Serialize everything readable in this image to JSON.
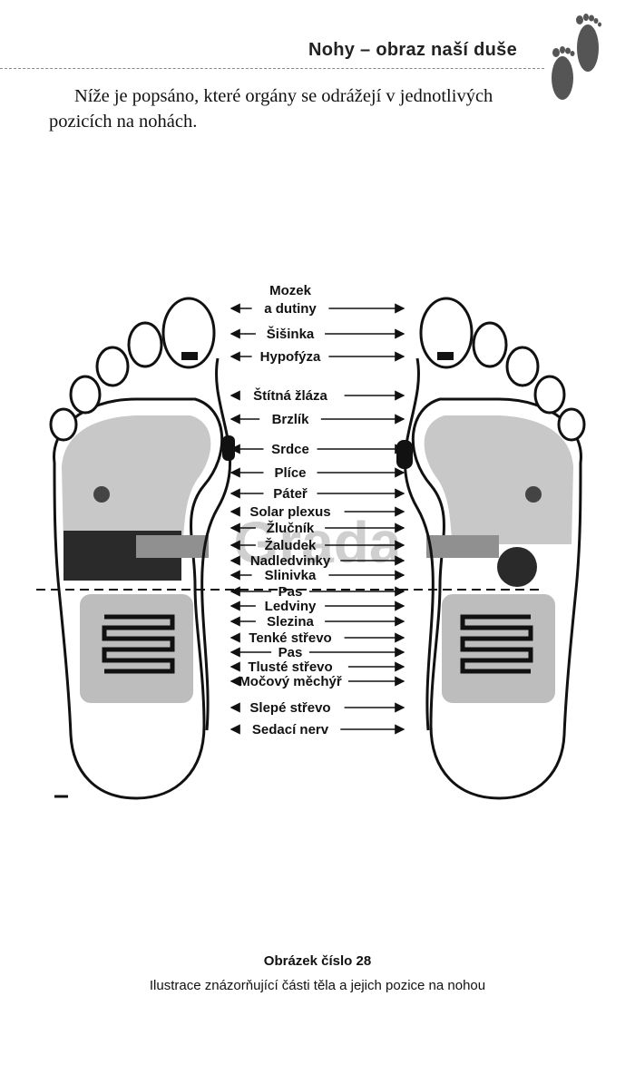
{
  "header": {
    "title": "Nohy – obraz naší duše"
  },
  "intro": "Níže je popsáno, které orgány se odrážejí v jednotlivých pozicích na nohách.",
  "figure": {
    "labels": [
      "Mozek",
      "a dutiny",
      "Šišinka",
      "Hypofýza",
      "Štítná žláza",
      "Brzlík",
      "Srdce",
      "Plíce",
      "Páteř",
      "Solar plexus",
      "Žlučník",
      "Žaludek",
      "Nadledvinky",
      "Slinivka",
      "Pas",
      "Ledviny",
      "Slezina",
      "Tenké střevo",
      "Pas",
      "Tlusté střevo",
      "Močový měchýř",
      "Slepé střevo",
      "Sedací nerv"
    ],
    "watermark": "Grada"
  },
  "caption": {
    "title": "Obrázek číslo 28",
    "text": "Ilustrace znázorňující části těla a jejich pozice na nohou"
  }
}
